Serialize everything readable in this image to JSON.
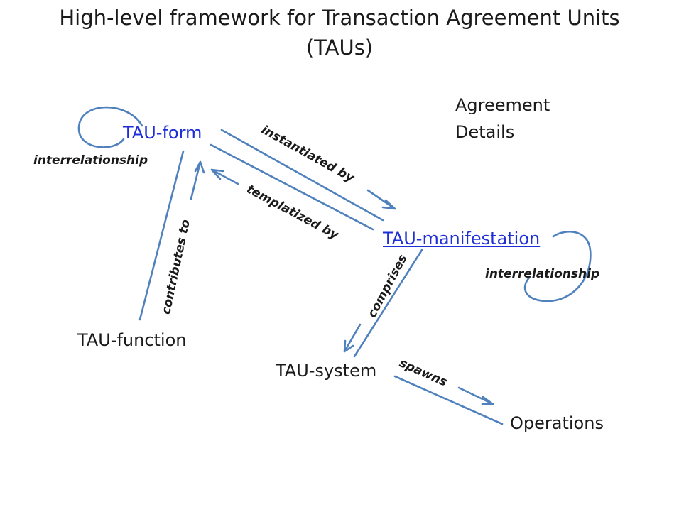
{
  "title": {
    "line1": "High-level framework for Transaction Agreement Units",
    "line2": "(TAUs)"
  },
  "nodes": {
    "tau_form": "TAU-form",
    "tau_manifestation": "TAU-manifestation",
    "tau_function": "TAU-function",
    "tau_system": "TAU-system",
    "operations": "Operations"
  },
  "note": {
    "line1": "Agreement",
    "line2": "Details"
  },
  "relations": {
    "form_self": "interrelationship",
    "manifestation_self": "interrelationship",
    "instantiated_by": "instantiated by",
    "templatized_by": "templatized by",
    "contributes_to": "contributes to",
    "comprises": "comprises",
    "spawns": "spawns"
  },
  "colors": {
    "arrow": "#4f81bd",
    "link": "#1f2fd8",
    "text": "#1a1a1a"
  }
}
